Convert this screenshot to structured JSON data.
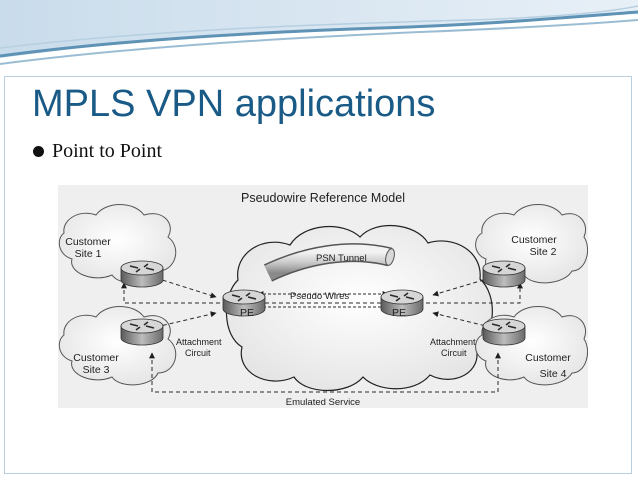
{
  "slide": {
    "title": "MPLS VPN applications",
    "bullets": [
      "Point to Point"
    ]
  },
  "diagram": {
    "title": "Pseudowire Reference Model",
    "sites": [
      {
        "line1": "Customer",
        "line2": "Site 1"
      },
      {
        "line1": "Customer",
        "line2": "Site 2"
      },
      {
        "line1": "Customer",
        "line2": "Site 3"
      },
      {
        "line1": "Customer",
        "line2": "Site 4"
      }
    ],
    "pe_label": "PE",
    "psn_tunnel": "PSN Tunnel",
    "pseudo_wires": "Pseudo Wires",
    "attachment_circuit": {
      "line1": "Attachment",
      "line2": "Circuit"
    },
    "emulated_service": "Emulated Service"
  },
  "colors": {
    "title": "#1a5a86",
    "banner_wave": "#5f93b6",
    "diagram_background": "#efefef"
  }
}
